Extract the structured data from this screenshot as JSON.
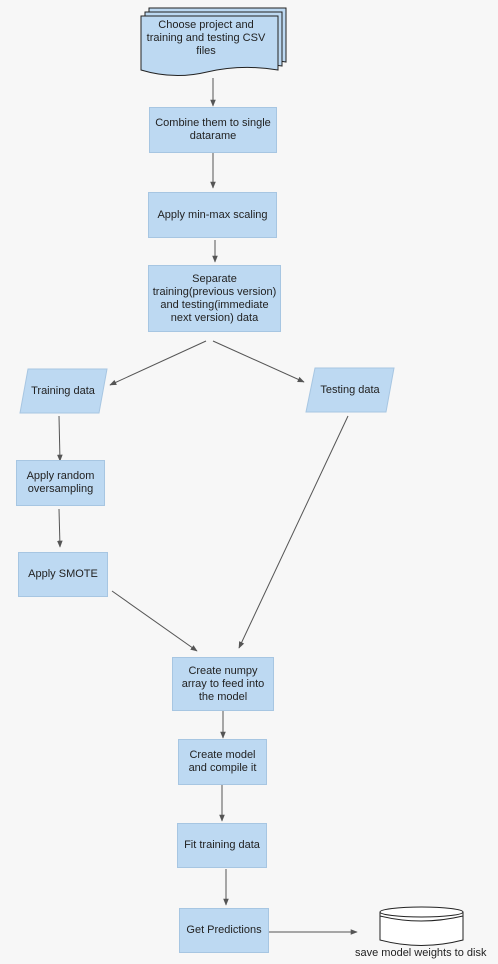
{
  "nodes": {
    "choose_files": "Choose project and training and testing CSV files",
    "combine": "Combine them to single datarame",
    "minmax": "Apply min-max scaling",
    "separate": "Separate training(previous version) and testing(immediate next version) data",
    "training_data": "Training data",
    "testing_data": "Testing data",
    "oversampling": "Apply random oversampling",
    "smote": "Apply SMOTE",
    "numpy": "Create numpy array to feed into the model",
    "create_model": "Create model and compile it",
    "fit": "Fit training data",
    "predict": "Get Predictions",
    "save_weights": "save model weights to disk"
  },
  "colors": {
    "fill": "#bdd9f2",
    "stroke": "#a7c6e2",
    "edge": "#555555",
    "background": "#f7f7f7"
  }
}
